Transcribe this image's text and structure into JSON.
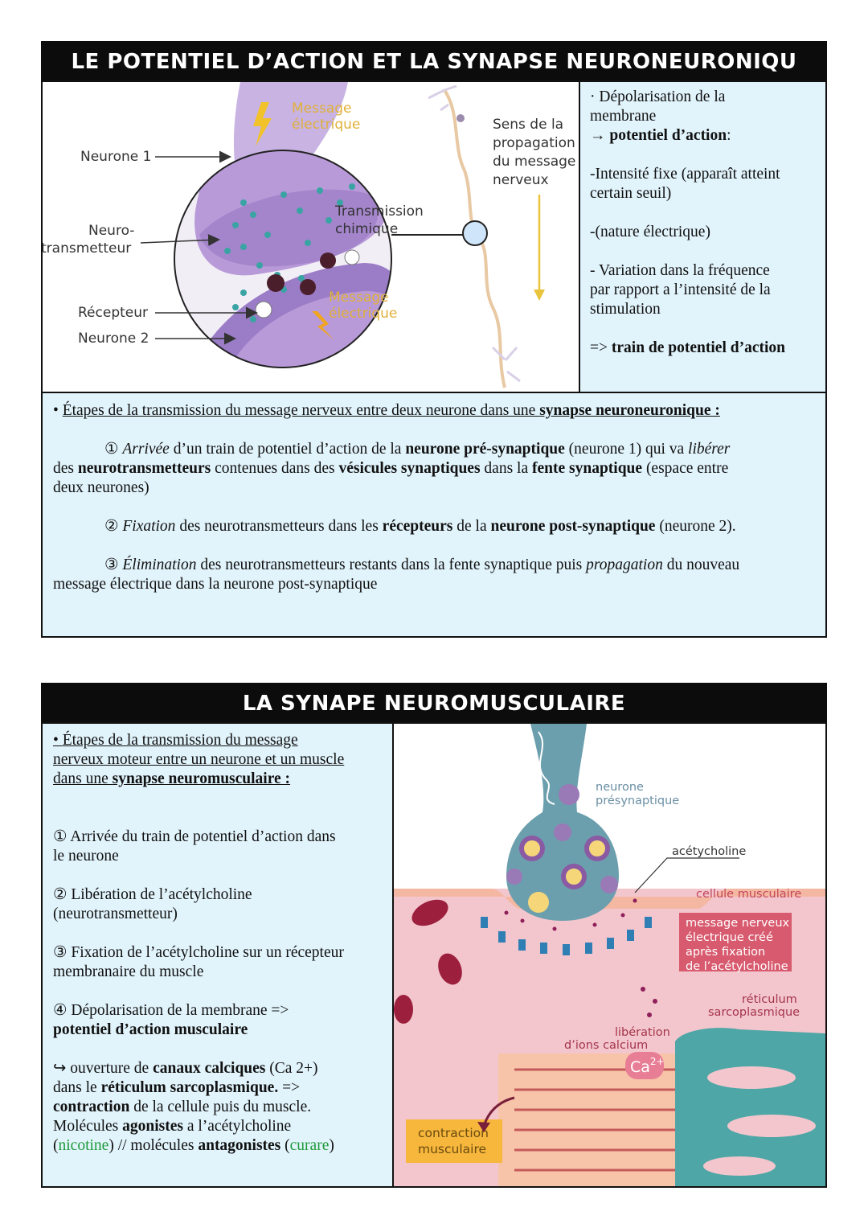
{
  "section1": {
    "title": "LE POTENTIEL D’ACTION ET LA SYNAPSE NEURONEURONIQU",
    "diagram": {
      "neurone1": "Neurone 1",
      "neuro_a": "Neuro-",
      "neuro_b": "transmetteur",
      "recepteur": "Récepteur",
      "neurone2": "Neurone 2",
      "message_a": "Message",
      "message_b": "électrique",
      "transmission_a": "Transmission",
      "transmission_b": "chimique",
      "sens1": "Sens de la",
      "sens2": "propagation",
      "sens3": "du message",
      "sens4": "nerveux"
    },
    "side": {
      "l1": "· Dépolarisation de la",
      "l2": "membrane",
      "l3_arrow": "→ ",
      "l3_bold": "potentiel d’action",
      "l3_end": ":",
      "l4": "-Intensité fixe (apparaît atteint",
      "l5": "certain seuil)",
      "l6": "-(nature électrique)",
      "l7": "- Variation dans la fréquence",
      "l8": "par rapport a  l’intensité de la",
      "l9": "stimulation",
      "l10_pre": "=> ",
      "l10_bold": "train de potentiel d’action"
    },
    "steps": {
      "heading_pre": "• ",
      "heading_u": "Étapes de la transmission du message nerveux entre deux neurone dans une ",
      "heading_b": "synapse neuroneuronique :",
      "s1_num": "① ",
      "s1_i1": "Arrivée",
      "s1_t1": " d’un train de potentiel d’action de la ",
      "s1_b1": "neurone pré-synaptique",
      "s1_t2": " (neurone 1) qui va ",
      "s1_i2": "libérer",
      "s1_t3": "des ",
      "s1_b2": "neurotransmetteurs",
      "s1_t4": " contenues dans des ",
      "s1_b3": "vésicules synaptiques",
      "s1_t5": " dans la ",
      "s1_b4": "fente synaptique",
      "s1_t6": " (espace entre",
      "s1_t7": "deux neurones)",
      "s2_num": "② ",
      "s2_i1": "Fixation",
      "s2_t1": " des neurotransmetteurs dans les ",
      "s2_b1": "récepteurs",
      "s2_t2": " de la ",
      "s2_b2": "neurone post-synaptique",
      "s2_t3": " (neurone 2).",
      "s3_num": "③ ",
      "s3_i1": "Élimination",
      "s3_t1": " des neurotransmetteurs restants dans la fente synaptique puis ",
      "s3_i2": "propagation",
      "s3_t2": " du nouveau",
      "s3_t3": "message électrique dans la neurone post-synaptique"
    }
  },
  "section2": {
    "title": "LA SYNAPE NEUROMUSCULAIRE",
    "left": {
      "h_pre": "• ",
      "h1": "Étapes de la transmission du message",
      "h2": "nerveux moteur entre un neurone et un muscle",
      "h3_pre": "dans une ",
      "h3_b": "synapse neuromusculaire : ",
      "p1a": "① Arrivée du train de potentiel d’action dans",
      "p1b": "le neurone",
      "p2a": "② Libération de l’acétylcholine",
      "p2b": "(neurotransmetteur)",
      "p3a": "③ Fixation de l’acétylcholine sur un récepteur",
      "p3b": "membranaire du muscle",
      "p4a": "④ Dépolarisation de la membrane =>",
      "p4b": "potentiel d’action musculaire",
      "p5_pre": "↪ ouverture de ",
      "p5_b1": "canaux calciques",
      "p5_t1": " (Ca 2+)",
      "p5_t2": "dans le ",
      "p5_b2": "réticulum sarcoplasmique.",
      "p5_t3": " =>",
      "p5_b3": "contraction",
      "p5_t4": " de la cellule puis du muscle.",
      "p5_t5": "Molécules ",
      "p5_b4": "agonistes",
      "p5_t6": " a l’acétylcholine",
      "p5_t7": "(",
      "p5_g1": "nicotine",
      "p5_t8": ") // molécules ",
      "p5_b5": "antagonistes",
      "p5_t9": " (",
      "p5_g2": "curare",
      "p5_t10": ")"
    },
    "diagram": {
      "neurone_a": "neurone",
      "neurone_b": "présynaptique",
      "acetyl": "acétycholine",
      "cellule": "cellule musculaire",
      "msg1": "message nerveux",
      "msg2": "électrique créé",
      "msg3": "après fixation",
      "msg4": "de l’acétylcholine",
      "ret1": "réticulum",
      "ret2": "sarcoplasmique",
      "lib1": "libération",
      "lib2": "d’ions calcium",
      "ca": "Ca",
      "ca_sup": "2+",
      "contr1": "contraction",
      "contr2": "musculaire"
    }
  },
  "colors": {
    "panel": "#e1f3fb",
    "title_bar": "#0c0c0c",
    "green": "#1f9a3a",
    "neuron_purple": "#b89ad8",
    "muscle_pink": "#f3c6cd",
    "teal": "#4fa6a6"
  }
}
